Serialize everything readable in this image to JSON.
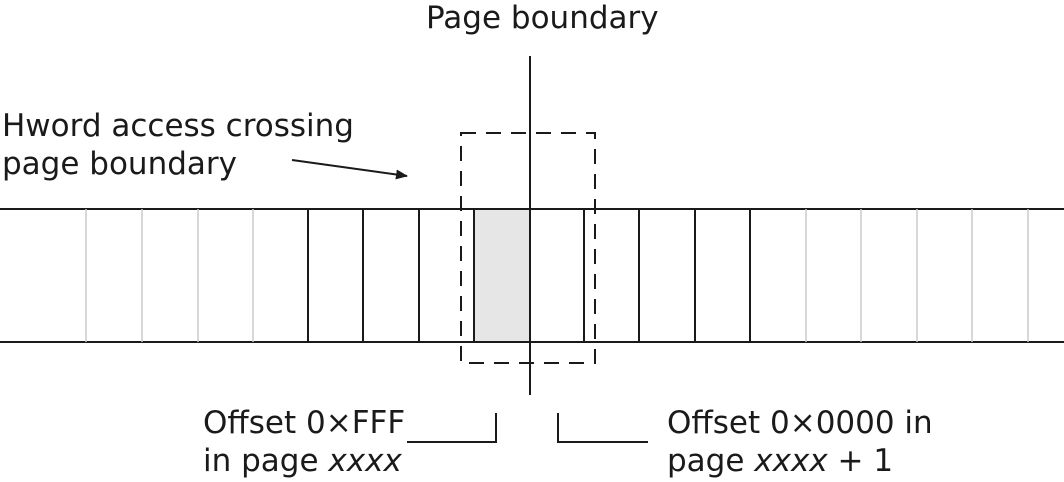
{
  "page_boundary_label": "Page boundary",
  "access_label": {
    "line1": "Hword access crossing",
    "line2": "page boundary"
  },
  "left_offset_label": {
    "line1": "Offset 0×FFF",
    "line2_prefix": "in page ",
    "line2_italic": "xxxx"
  },
  "right_offset_label": {
    "line1": "Offset 0×0000 in",
    "line2_prefix": "page ",
    "line2_italic": "xxxx",
    "line2_suffix": " + 1"
  },
  "colors": {
    "line": "#1a1a1a",
    "faded_divider": "#cccccc",
    "highlight_fill": "#e6e6e6"
  }
}
